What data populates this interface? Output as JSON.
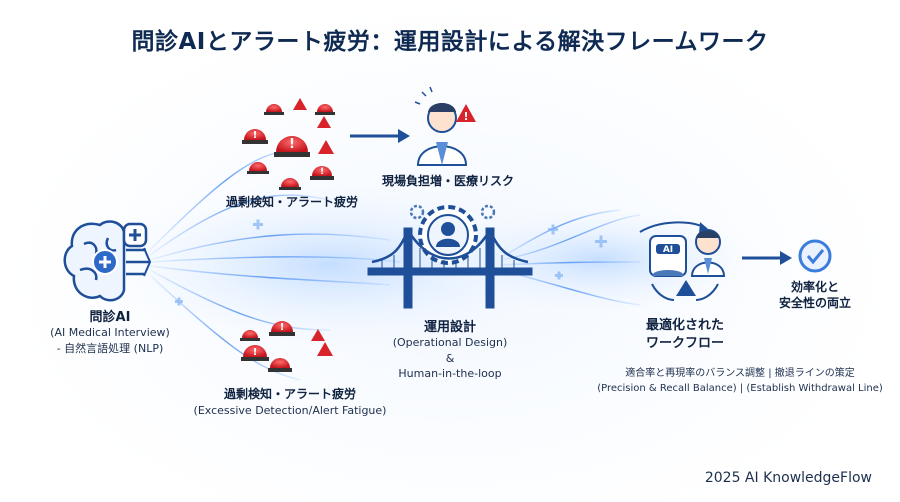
{
  "title": "問診AIとアラート疲労：運用設計による解決フレームワーク",
  "left": {
    "title": "問診AI",
    "line1": "(AI Medical Interview)",
    "line2": "- 自然言語処理 (NLP)"
  },
  "top_alerts": {
    "label": "過剰検知・アラート疲労"
  },
  "bottom_alerts": {
    "label": "過剰検知・アラート疲労",
    "sub": "(Excessive Detection/Alert Fatigue)"
  },
  "risk": {
    "label": "現場負担増・医療リスク"
  },
  "bridge": {
    "title": "運用設計",
    "line1": "(Operational Design)",
    "line2": "&",
    "line3": "Human-in-the-loop"
  },
  "workflow": {
    "title1": "最適化された",
    "title2": "ワークフロー",
    "ai_badge": "AI",
    "desc1": "適合率と再現率のバランス調整 | 撤退ラインの策定",
    "desc2": "(Precision & Recall Balance) | (Establish Withdrawal Line)"
  },
  "outcome": {
    "line1": "効率化と",
    "line2": "安全性の両立"
  },
  "footer": "2025 AI KnowledgeFlow",
  "colors": {
    "navy": "#0f2a52",
    "alert_red": "#d8232a",
    "accent_blue": "#3b7ddd"
  }
}
